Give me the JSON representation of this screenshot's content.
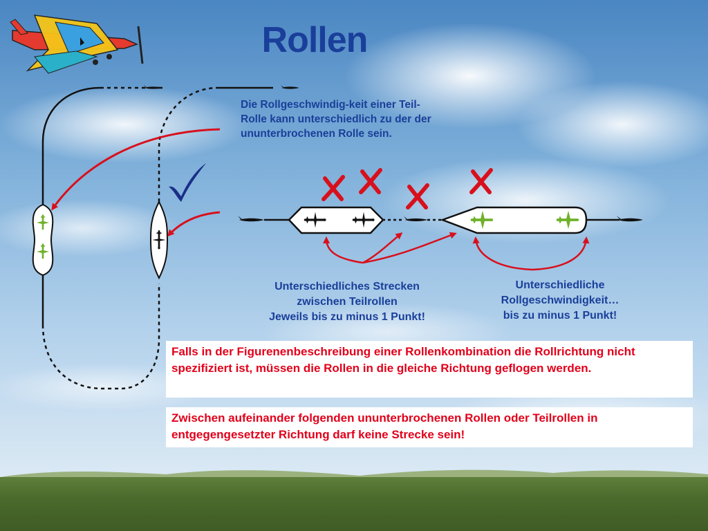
{
  "title": "Rollen",
  "note": "Die Rollgeschwindig-keit einer Teil-Rolle kann unterschiedlich zu der der ununterbrochenen Rolle sein.",
  "caption_left": {
    "line1": "Unterschiedliches Strecken",
    "line2": "zwischen Teilrollen",
    "line3": "Jeweils bis zu minus 1 Punkt!"
  },
  "caption_right": {
    "line1": "Unterschiedliche",
    "line2": "Rollgeschwindigkeit…",
    "line3": "bis zu minus 1 Punkt!"
  },
  "rule1": "Falls in der Figurenenbeschreibung einer Rollenkombination die Rollrichtung nicht spezifiziert ist, müssen die Rollen in die gleiche Richtung geflogen werden.",
  "rule2": "Zwischen aufeinander folgenden ununterbrochenen Rollen oder Teilrollen in entgegengesetzter Richtung darf keine Strecke sein!",
  "colors": {
    "title": "#1a3f9a",
    "rule_text": "#e2001a",
    "arrow": "#e2001a",
    "green_plane": "#7bbf2a"
  },
  "icons": [
    "aerobatic-plane-logo-icon",
    "checkmark-icon",
    "cross-mark-icon"
  ]
}
